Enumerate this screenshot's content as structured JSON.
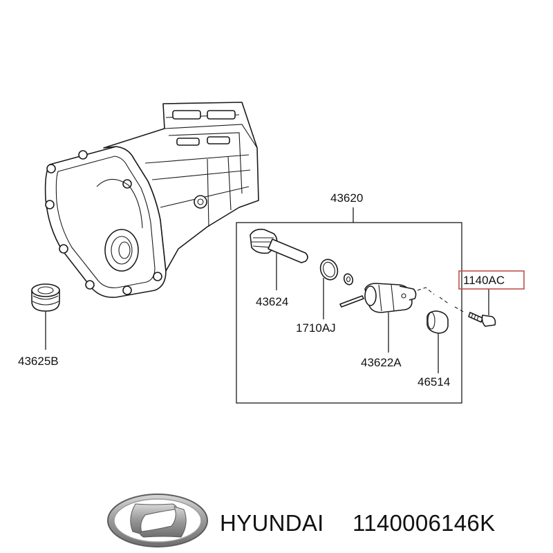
{
  "diagram": {
    "assembly_label": "43620",
    "labels": {
      "p43624": "43624",
      "p1710aj": "1710AJ",
      "p43622a": "43622A",
      "p46514": "46514",
      "p43625b": "43625B",
      "p1140ac": "1140AC"
    },
    "highlight_color": "#c0504d"
  },
  "brand": {
    "name": "HYUNDAI",
    "part_number": "1140006146K",
    "logo_color": "#8a8a8a"
  }
}
